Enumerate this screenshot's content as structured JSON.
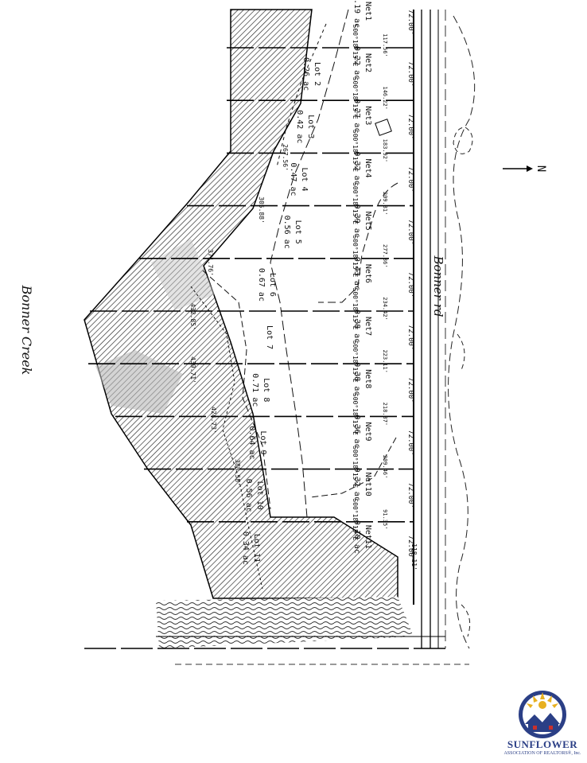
{
  "plat": {
    "creek_label": "Bonner Creek",
    "road_label": "Bonner rd",
    "north_label": "N",
    "frontage": "72.00'",
    "bearing": "S00°18'15\"E",
    "lots": [
      {
        "net_name": "Net1",
        "net_area": "0.19 ac",
        "lot_name": "",
        "lot_area": "",
        "depth": "117.56'"
      },
      {
        "net_name": "Net2",
        "net_area": "0.22 ac",
        "lot_name": "Lot 2",
        "lot_area": "0.26 ac",
        "depth": "146.22'"
      },
      {
        "net_name": "Net3",
        "net_area": "0.27 ac",
        "lot_name": "Lot 3",
        "lot_area": "0.42 ac",
        "depth": "183.92'"
      },
      {
        "net_name": "Net4",
        "net_area": "0.32 ac",
        "lot_name": "Lot 4",
        "lot_area": "0.47 ac",
        "depth": "209.31'"
      },
      {
        "net_name": "Net5",
        "net_area": "0.39 ac",
        "lot_name": "Lot 5",
        "lot_area": "0.56 ac",
        "depth": "277.36'"
      },
      {
        "net_name": "Net6",
        "net_area": "0.43 ac",
        "lot_name": "Lot 6",
        "lot_area": "0.67 ac",
        "depth": "234.42'"
      },
      {
        "net_name": "Net7",
        "net_area": "0.38 ac",
        "lot_name": "Lot 7",
        "lot_area": "",
        "depth": "223.11'"
      },
      {
        "net_name": "Net8",
        "net_area": "0.38 ac",
        "lot_name": "Lot 8",
        "lot_area": "0.71 ac",
        "depth": "218.37'"
      },
      {
        "net_name": "Net9",
        "net_area": "0.36 ac",
        "lot_name": "Lot 9",
        "lot_area": "0.64 ac",
        "depth": "209.46'"
      },
      {
        "net_name": "Net10",
        "net_area": "0.32 ac",
        "lot_name": "Lot 10",
        "lot_area": "0.56 ac",
        "depth": "91.35'"
      },
      {
        "net_name": "Net11",
        "net_area": "0.10 ac",
        "lot_name": "Lot 11",
        "lot_area": "0.34 ac",
        "depth": "118.11'"
      }
    ],
    "rear_dims": [
      "267.56'",
      "305.88'",
      "371.76'",
      "432.85'",
      "439.71'",
      "424.73'",
      "388.58'"
    ]
  },
  "logo": {
    "name": "SUNFLOWER",
    "tagline": "ASSOCIATION OF REALTORS®, Inc.",
    "colors": {
      "navy": "#2b3f86",
      "gold": "#e8b020",
      "red": "#c9302c"
    }
  }
}
